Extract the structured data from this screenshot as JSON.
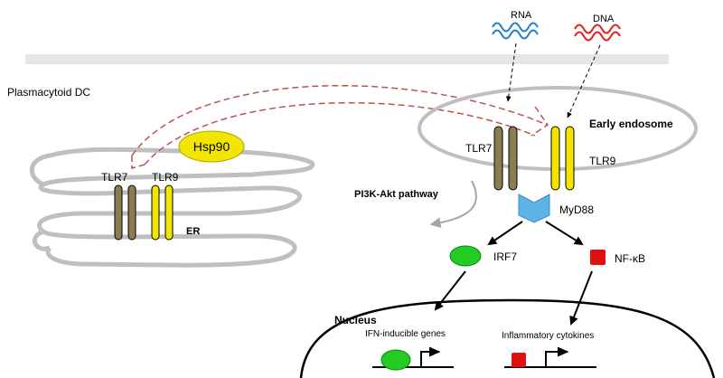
{
  "labels": {
    "cell_type": "Plasmacytoid DC",
    "rna": "RNA",
    "dna": "DNA",
    "early_endosome": "Early endosome",
    "tlr7_endosome": "TLR7",
    "tlr9_endosome": "TLR9",
    "tlr7_er": "TLR7",
    "tlr9_er": "TLR9",
    "er": "ER",
    "hsp90": "Hsp90",
    "pi3k_akt": "PI3K-Akt pathway",
    "myd88": "MyD88",
    "irf7": "IRF7",
    "nfkb": "NF-κB",
    "nucleus": "Nucleus",
    "ifn_genes": "IFN-inducible genes",
    "inflammatory": "Inflammatory cytokines"
  },
  "colors": {
    "tlr7": "#8b7d50",
    "tlr9": "#f2e600",
    "hsp90": "#f2e600",
    "rna": "#1e7fd0",
    "dna": "#e02020",
    "trafficking": "#c0504d",
    "membrane": "#bfbfbf",
    "myd88": "#5bb3e8",
    "irf7": "#22cc22",
    "nfkb": "#e01010"
  }
}
